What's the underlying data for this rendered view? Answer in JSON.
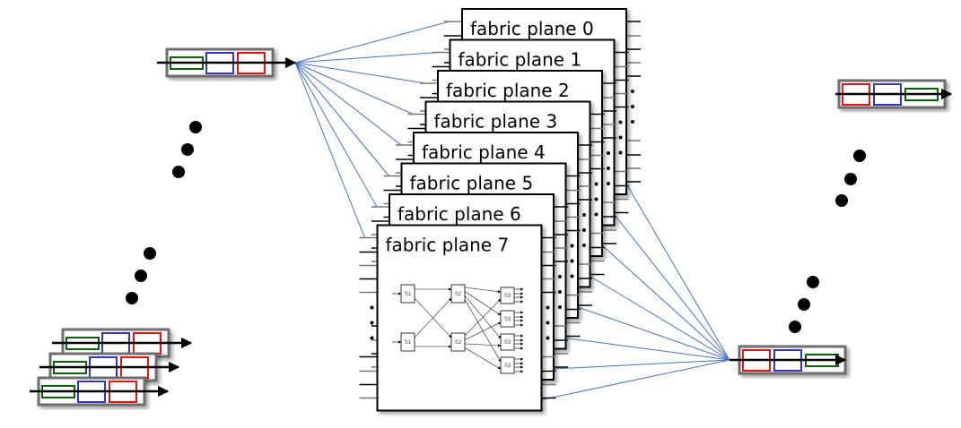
{
  "diagram": {
    "description": "Input queues fan out over eight parallel fabric planes into output queues",
    "planes": [
      {
        "label": "fabric plane 0"
      },
      {
        "label": "fabric plane 1"
      },
      {
        "label": "fabric plane 2"
      },
      {
        "label": "fabric plane 3"
      },
      {
        "label": "fabric plane 4"
      },
      {
        "label": "fabric plane 5"
      },
      {
        "label": "fabric plane 6"
      },
      {
        "label": "fabric plane 7"
      }
    ],
    "internal_stages": {
      "s1": [
        "S1",
        "S1"
      ],
      "s2": [
        "S2",
        "S2"
      ],
      "s3": [
        "S3",
        "S3",
        "S3",
        "S3"
      ]
    },
    "queue_cell_order_input": [
      "green",
      "blue",
      "red"
    ],
    "queue_cell_order_output": [
      "red",
      "blue",
      "green"
    ],
    "colors": {
      "green": "#006400",
      "blue": "#3333cc",
      "red": "#ee1111",
      "link": "#4472c4",
      "queue_border": "#6e6e6e"
    },
    "input_queues_count": 4,
    "output_queues_count": 2,
    "ellipsis_icon": "vertical-ellipsis-dots"
  }
}
